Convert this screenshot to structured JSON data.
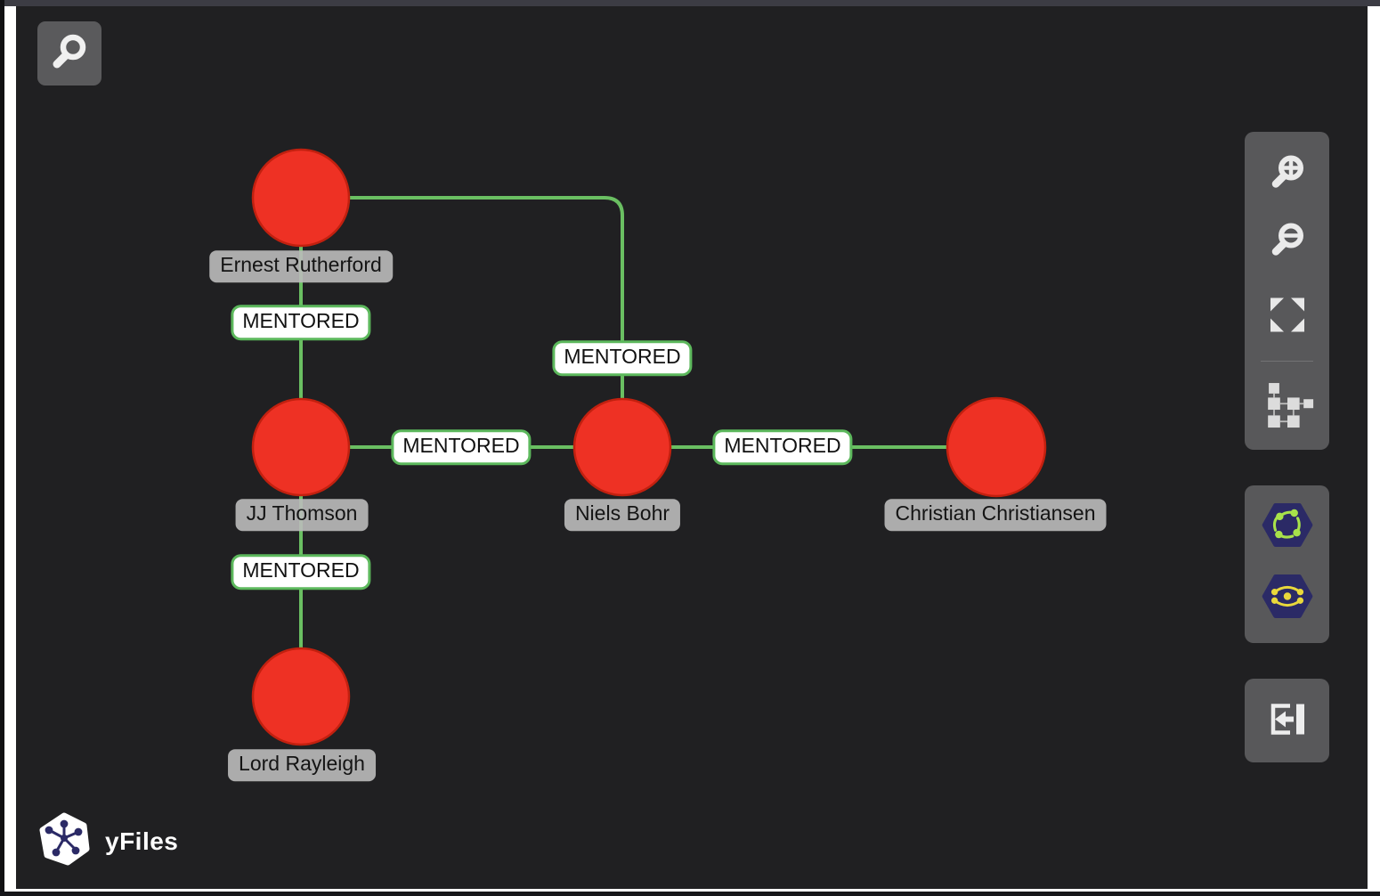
{
  "app": {
    "brand": "yFiles"
  },
  "graph": {
    "nodes": [
      {
        "id": "ernest-rutherford",
        "label": "Ernest Rutherford",
        "shape": "circle",
        "fill": "#ee3124"
      },
      {
        "id": "jj-thomson",
        "label": "JJ Thomson",
        "shape": "circle",
        "fill": "#ee3124"
      },
      {
        "id": "niels-bohr",
        "label": "Niels Bohr",
        "shape": "circle",
        "fill": "#ee3124"
      },
      {
        "id": "christian-christiansen",
        "label": "Christian Christiansen",
        "shape": "circle",
        "fill": "#ee3124"
      },
      {
        "id": "lord-rayleigh",
        "label": "Lord Rayleigh",
        "shape": "circle",
        "fill": "#ee3124"
      }
    ],
    "edges": [
      {
        "from": "Ernest Rutherford",
        "to": "JJ Thomson",
        "label": "MENTORED"
      },
      {
        "from": "Ernest Rutherford",
        "to": "Niels Bohr",
        "label": "MENTORED"
      },
      {
        "from": "JJ Thomson",
        "to": "Niels Bohr",
        "label": "MENTORED"
      },
      {
        "from": "Niels Bohr",
        "to": "Christian Christiansen",
        "label": "MENTORED"
      },
      {
        "from": "JJ Thomson",
        "to": "Lord Rayleigh",
        "label": "MENTORED"
      }
    ]
  },
  "toolbars": {
    "search": {
      "icon": "search-icon"
    },
    "view_panel": {
      "icons": [
        "zoom-in-icon",
        "zoom-out-icon",
        "fit-content-icon",
        "hierarchic-layout-icon"
      ]
    },
    "layout_panel": {
      "icons": [
        "organic-layout-icon",
        "radial-layout-icon"
      ]
    },
    "exit_panel": {
      "icons": [
        "exit-sidebar-icon"
      ]
    }
  },
  "colors": {
    "canvas_bg": "#202022",
    "node_fill": "#ee3124",
    "node_stroke": "#c2200f",
    "edge_green": "#6abf62",
    "badge_border_green": "#5cb85c",
    "node_label_bg": "#bbbbbb",
    "panel_gray": "#58585a",
    "icon_navy": "#2b2a66",
    "icon_green": "#a8e24a",
    "icon_yellow": "#e9d83b"
  }
}
